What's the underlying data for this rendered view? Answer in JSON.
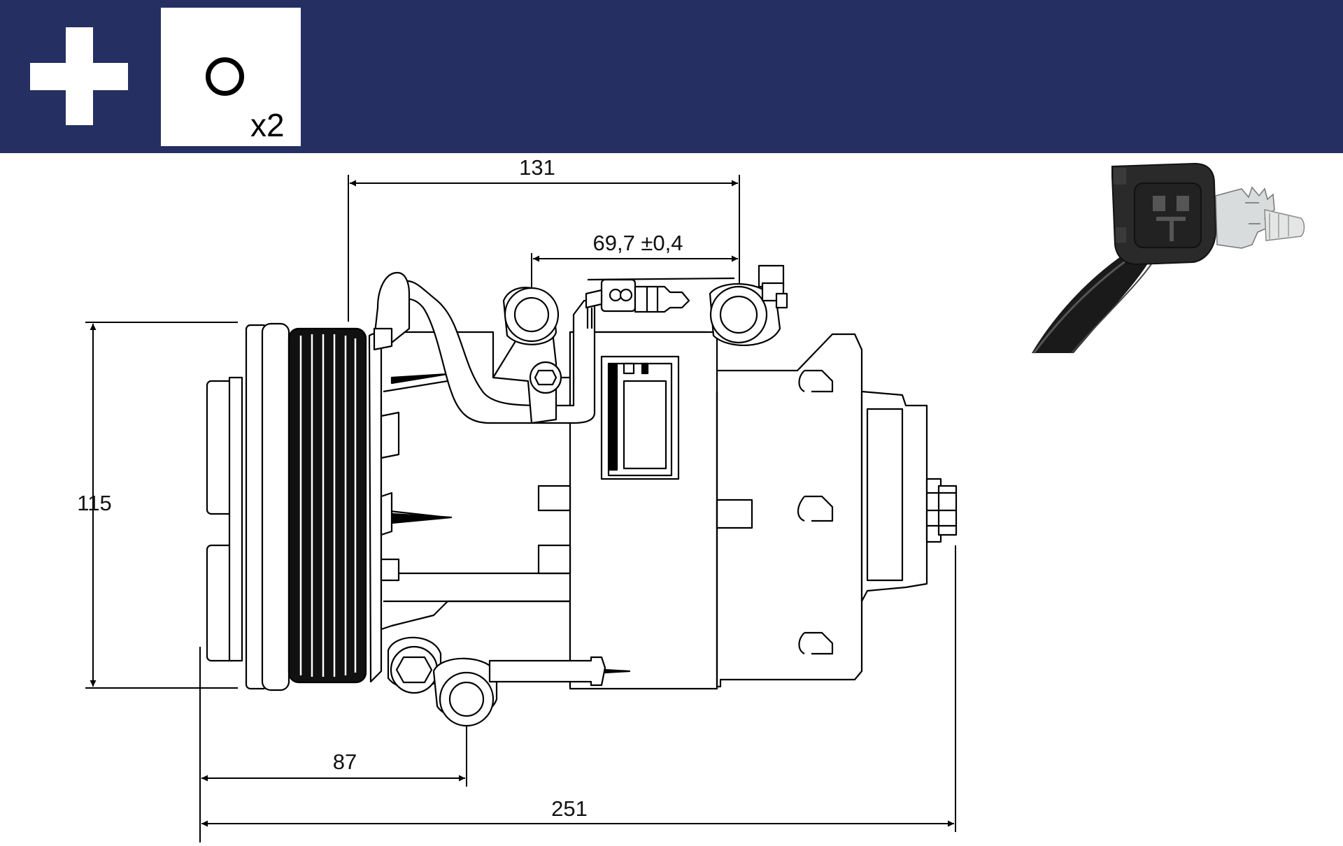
{
  "header": {
    "background_color": "#262f61",
    "plus_icon": "plus-icon",
    "oring_icon": "o-ring-icon",
    "oring_quantity": "x2"
  },
  "dimensions": {
    "width_131": "131",
    "spacing_697": "69,7 ±0,4",
    "height_115": "115",
    "offset_87": "87",
    "length_251": "251"
  },
  "photo": {
    "subject": "electrical-connector-photo"
  }
}
